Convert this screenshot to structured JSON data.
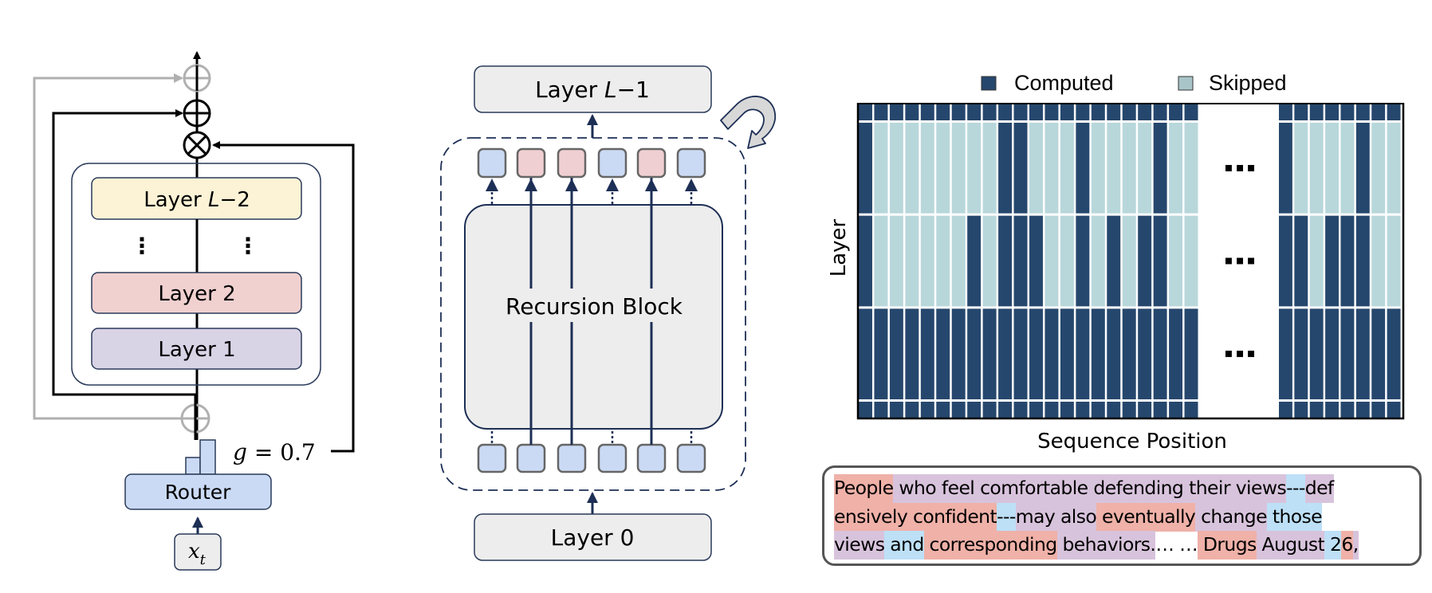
{
  "left_panel": {
    "layers": [
      {
        "label": "Layer ",
        "italic": "L",
        "suffix": "−2",
        "color": "#FCF3D6"
      },
      {
        "label": "Layer 2",
        "color": "#F0D1D0"
      },
      {
        "label": "Layer 1",
        "color": "#D9D3E6"
      }
    ],
    "ellipsis": "⋮",
    "router_label": "Router",
    "input_label_var": "x",
    "input_label_sub": "t",
    "gate_label": "g = 0.7",
    "gate_value": 0.7,
    "ops": {
      "add": "⊕",
      "multiply": "⊗"
    }
  },
  "middle_panel": {
    "top_layer": {
      "label": "Layer ",
      "italic": "L",
      "suffix": "−1"
    },
    "block_label": "Recursion Block",
    "bottom_layer": {
      "label": "Layer 0"
    },
    "output_tokens": [
      "blue",
      "red",
      "red",
      "blue",
      "red",
      "blue"
    ],
    "token_routed": [
      false,
      true,
      true,
      false,
      true,
      false
    ],
    "colors": {
      "blue": "#CBDAF4",
      "red": "#F0CFD2",
      "gray": "#EDEDED",
      "navy": "#1D2F55"
    }
  },
  "chart_data": {
    "type": "heatmap",
    "title": "",
    "xlabel": "Sequence Position",
    "ylabel": "Layer",
    "legend": [
      {
        "label": "Computed",
        "color": "#26476D"
      },
      {
        "label": "Skipped",
        "color": "#B8D7DB"
      }
    ],
    "legend_position": "top",
    "ellipsis": "…",
    "left_columns": 22,
    "right_columns": 8,
    "rows": [
      {
        "name": "first",
        "thin": true,
        "left": [
          1,
          1,
          1,
          1,
          1,
          1,
          1,
          1,
          1,
          1,
          1,
          1,
          1,
          1,
          1,
          1,
          1,
          1,
          1,
          1,
          1,
          1
        ],
        "right": [
          1,
          1,
          1,
          1,
          1,
          1,
          1,
          1
        ]
      },
      {
        "name": "recursion-1",
        "left": [
          1,
          0,
          0,
          0,
          0,
          0,
          0,
          0,
          0,
          1,
          1,
          0,
          0,
          0,
          1,
          0,
          0,
          0,
          0,
          1,
          0,
          0
        ],
        "right": [
          1,
          0,
          0,
          0,
          0,
          1,
          0,
          0
        ]
      },
      {
        "name": "recursion-2",
        "left": [
          1,
          0,
          0,
          0,
          0,
          0,
          0,
          1,
          0,
          1,
          1,
          1,
          0,
          0,
          1,
          0,
          1,
          0,
          1,
          1,
          0,
          0
        ],
        "right": [
          1,
          1,
          0,
          1,
          1,
          1,
          0,
          0
        ]
      },
      {
        "name": "recursion-3",
        "left": [
          1,
          1,
          1,
          1,
          1,
          1,
          1,
          1,
          1,
          1,
          1,
          1,
          1,
          1,
          1,
          1,
          1,
          1,
          1,
          1,
          1,
          1
        ],
        "right": [
          1,
          1,
          1,
          1,
          1,
          1,
          1,
          1
        ]
      },
      {
        "name": "last",
        "thin": true,
        "left": [
          1,
          1,
          1,
          1,
          1,
          1,
          1,
          1,
          1,
          1,
          1,
          1,
          1,
          1,
          1,
          1,
          1,
          1,
          1,
          1,
          1,
          1
        ],
        "right": [
          1,
          1,
          1,
          1,
          1,
          1,
          1,
          1
        ]
      }
    ]
  },
  "token_text": {
    "colors": {
      "red": "#EFB1A8",
      "purple": "#D8C3DC",
      "blue": "#BDE0F7",
      "none": "transparent"
    },
    "lines": [
      [
        {
          "t": "People",
          "c": "red"
        },
        {
          "t": " who feel comfortable defending their views",
          "c": "purple"
        },
        {
          "t": "---",
          "c": "blue"
        },
        {
          "t": "def",
          "c": "purple"
        }
      ],
      [
        {
          "t": "ensively",
          "c": "red"
        },
        {
          "t": " confident",
          "c": "red"
        },
        {
          "t": "---",
          "c": "blue"
        },
        {
          "t": "may also",
          "c": "purple"
        },
        {
          "t": " eventually",
          "c": "red"
        },
        {
          "t": " change",
          "c": "purple"
        },
        {
          "t": " those",
          "c": "blue"
        }
      ],
      [
        {
          "t": "views",
          "c": "purple"
        },
        {
          "t": " and",
          "c": "blue"
        },
        {
          "t": " corresponding",
          "c": "red"
        },
        {
          "t": " behaviors.",
          "c": "purple"
        },
        {
          "t": "… …",
          "c": "none"
        },
        {
          "t": " Drugs",
          "c": "red"
        },
        {
          "t": " August",
          "c": "purple"
        },
        {
          "t": " 2",
          "c": "blue"
        },
        {
          "t": "6",
          "c": "red"
        },
        {
          "t": ",",
          "c": "purple"
        }
      ]
    ]
  }
}
